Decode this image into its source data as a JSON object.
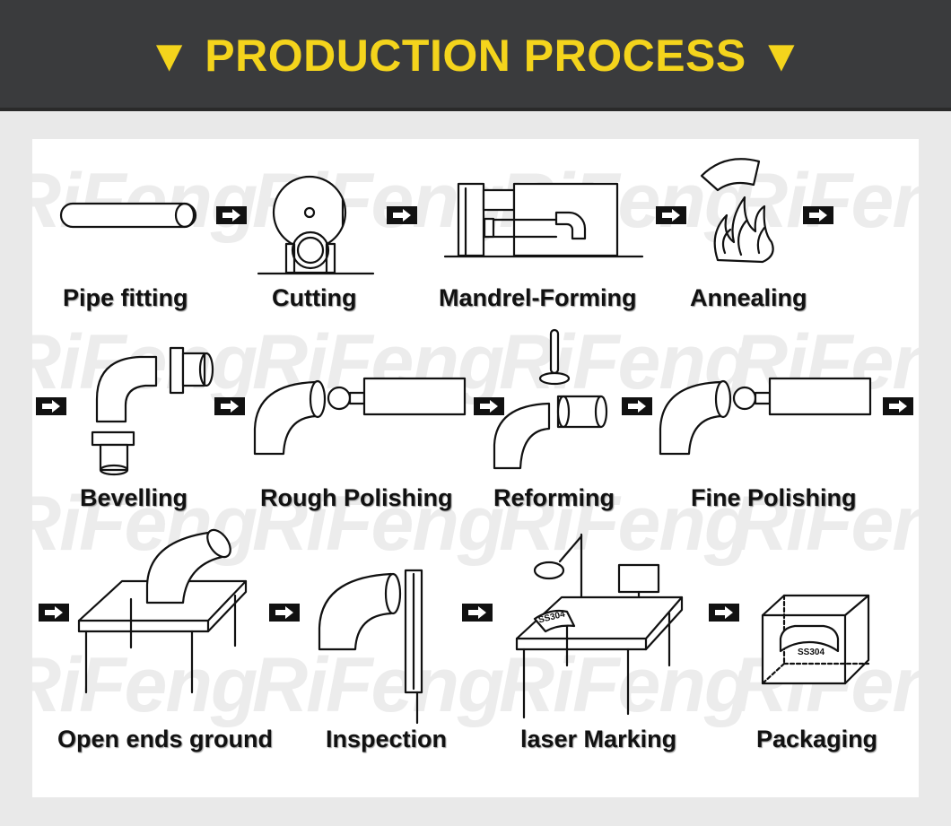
{
  "header": {
    "title": "▼ PRODUCTION PROCESS ▼"
  },
  "watermark": {
    "text": "RiFeng"
  },
  "steps": [
    {
      "label": "Pipe fitting"
    },
    {
      "label": "Cutting"
    },
    {
      "label": "Mandrel-Forming"
    },
    {
      "label": "Annealing"
    },
    {
      "label": "Bevelling"
    },
    {
      "label": "Rough Polishing"
    },
    {
      "label": "Reforming"
    },
    {
      "label": "Fine Polishing"
    },
    {
      "label": "Open ends ground"
    },
    {
      "label": "Inspection"
    },
    {
      "label": "laser Marking"
    },
    {
      "label": "Packaging"
    }
  ],
  "stamps": {
    "marking": "SS304",
    "package": "SS304"
  },
  "colors": {
    "header_bg": "#3a3b3d",
    "title": "#f4d41c",
    "arrow": "#111111"
  }
}
